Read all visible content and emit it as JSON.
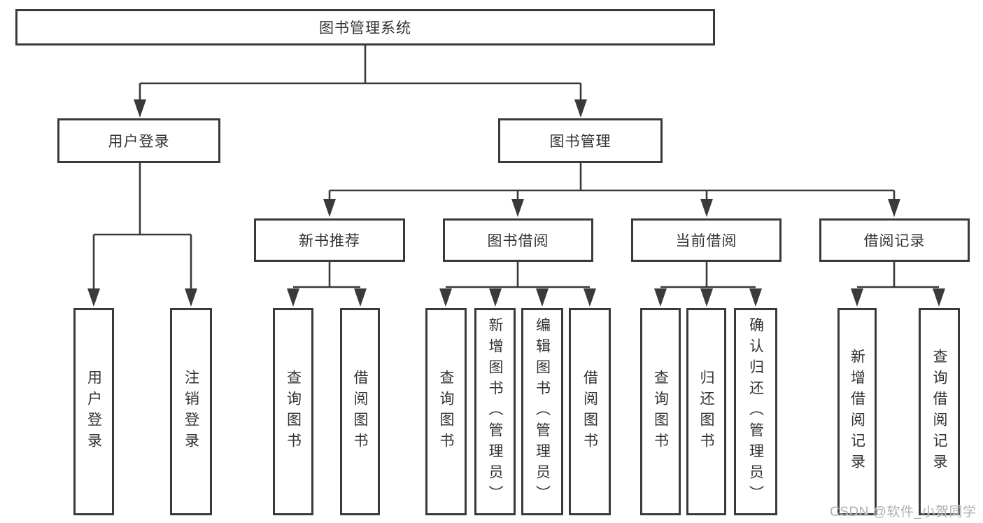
{
  "diagram": {
    "root": {
      "label": "图书管理系统"
    },
    "branches": [
      {
        "label": "用户登录",
        "children": [
          {
            "label": "用户登录"
          },
          {
            "label": "注销登录"
          }
        ]
      },
      {
        "label": "图书管理",
        "children": [
          {
            "label": "新书推荐",
            "children": [
              {
                "label": "查询图书"
              },
              {
                "label": "借阅图书"
              }
            ]
          },
          {
            "label": "图书借阅",
            "children": [
              {
                "label": "查询图书"
              },
              {
                "label": "新增图书（管理员）"
              },
              {
                "label": "编辑图书（管理员）"
              },
              {
                "label": "借阅图书"
              }
            ]
          },
          {
            "label": "当前借阅",
            "children": [
              {
                "label": "查询图书"
              },
              {
                "label": "归还图书"
              },
              {
                "label": "确认归还（管理员）"
              }
            ]
          },
          {
            "label": "借阅记录",
            "children": [
              {
                "label": "新增借阅记录"
              },
              {
                "label": "查询借阅记录"
              }
            ]
          }
        ]
      }
    ],
    "watermark": "CSDN @软件_小贺同学",
    "colors": {
      "line": "#3a3a3a",
      "text": "#333333",
      "background": "#ffffff",
      "watermark": "#b0b0b0"
    }
  }
}
